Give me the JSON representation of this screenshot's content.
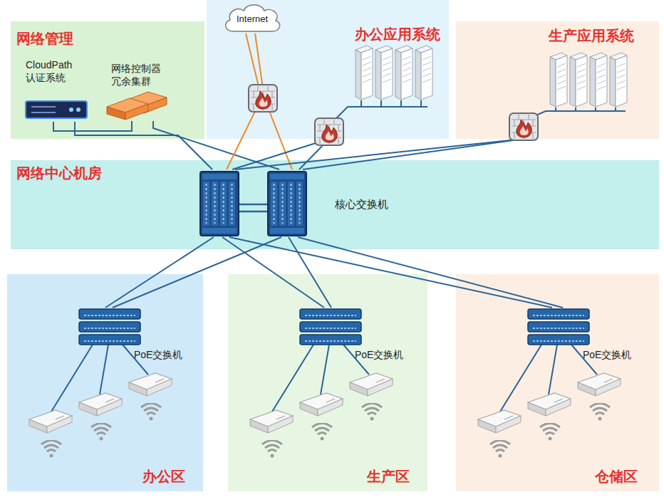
{
  "diagram": {
    "nodes": [
      {
        "text": [
          "网络管理"
        ]
      },
      {
        "text": [
          "CloudPath 认证系统"
        ],
        "in": 0
      },
      {
        "text": [
          "网络控制器 冗余集群"
        ],
        "in": 0
      },
      {
        "text": [
          "办公应用系统"
        ]
      },
      {
        "text": [
          "Internet"
        ],
        "in": 3
      },
      {
        "text": [
          "生产应用系统"
        ]
      },
      {
        "text": [
          "网络中心机房"
        ]
      },
      {
        "text": [
          "核心交换机"
        ],
        "in": 6
      },
      {
        "text": [
          "办公区"
        ]
      },
      {
        "text": [
          "PoE交换机"
        ],
        "in": 8
      },
      {
        "text": [
          "生产区"
        ]
      },
      {
        "text": [
          "PoE交换机"
        ],
        "in": 10
      },
      {
        "text": [
          "仓储区"
        ]
      },
      {
        "text": [
          "PoE交换机"
        ],
        "in": 12
      }
    ],
    "edges": [
      {
        "from": 1,
        "to": 2,
        "arrow": "none"
      },
      {
        "from": 1,
        "to": 7,
        "arrow": "none"
      },
      {
        "from": 2,
        "to": 7,
        "arrow": "none"
      },
      {
        "from": 4,
        "to": 7,
        "arrow": "none"
      },
      {
        "from": 4,
        "to": 7,
        "arrow": "none"
      },
      {
        "from": 3,
        "to": 7,
        "arrow": "none"
      },
      {
        "from": 3,
        "to": 7,
        "arrow": "none"
      },
      {
        "from": 5,
        "to": 7,
        "arrow": "none"
      },
      {
        "from": 5,
        "to": 7,
        "arrow": "none"
      },
      {
        "from": 7,
        "to": 9,
        "arrow": "none"
      },
      {
        "from": 7,
        "to": 9,
        "arrow": "none"
      },
      {
        "from": 7,
        "to": 11,
        "arrow": "none"
      },
      {
        "from": 7,
        "to": 11,
        "arrow": "none"
      },
      {
        "from": 7,
        "to": 13,
        "arrow": "none"
      },
      {
        "from": 7,
        "to": 13,
        "arrow": "none"
      }
    ]
  }
}
